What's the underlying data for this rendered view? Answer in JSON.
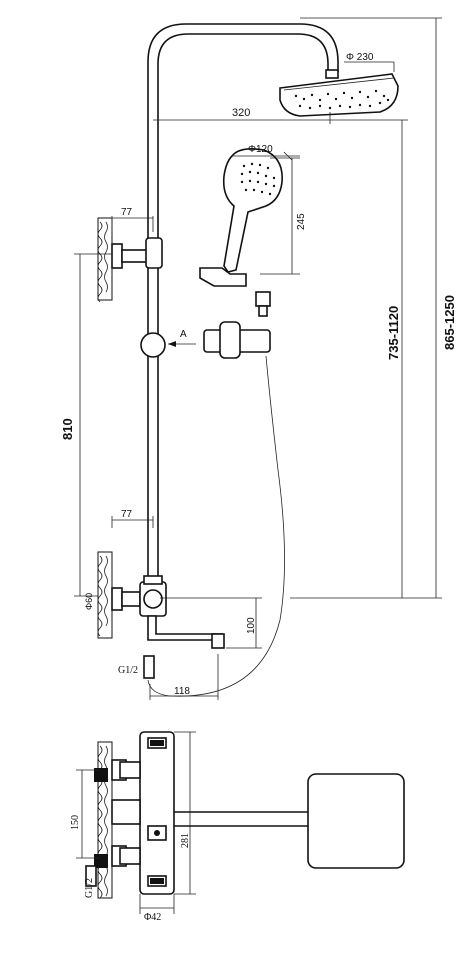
{
  "dimensions": {
    "head_diameter": "Φ 230",
    "arm_reach": "320",
    "hand_head_diameter": "Φ120",
    "hand_shower_length": "245",
    "wall_offset_top": "77",
    "wall_offset_lower": "77",
    "bracket_spacing": "810",
    "head_height_range": "735-1120",
    "total_height_range": "865-1250",
    "view_marker": "A",
    "inlet_diameter": "Φ60",
    "spout_drop": "100",
    "inlet_thread": "G1/2",
    "spout_reach": "118"
  },
  "front_view": {
    "inlet_spacing": "150",
    "body_length": "281",
    "inlet_thread": "G1/2",
    "body_diameter": "Φ42"
  },
  "colors": {
    "line": "#111111",
    "background": "#ffffff"
  }
}
